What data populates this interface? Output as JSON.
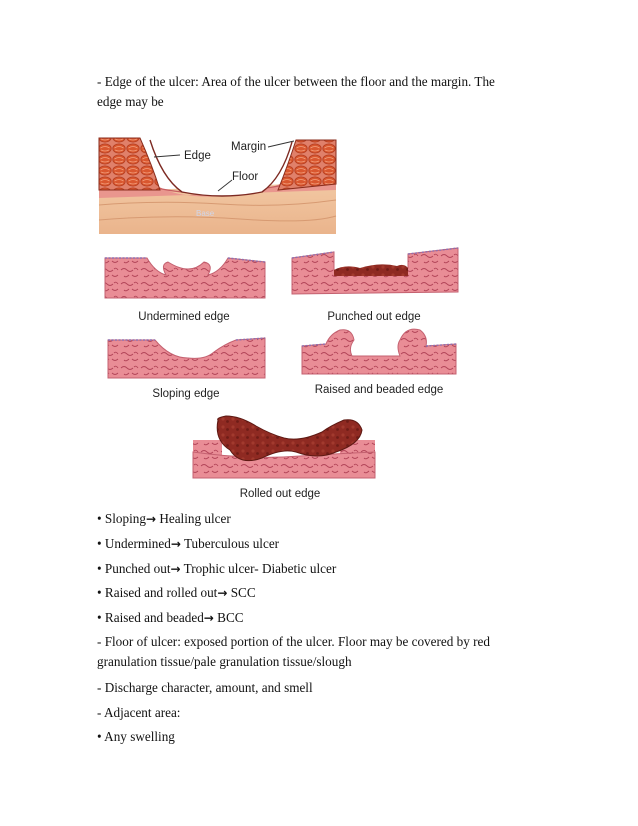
{
  "intro": {
    "line1": "- Edge of the ulcer: Area of the ulcer between the floor and the margin. The",
    "line2": "edge may be"
  },
  "figure_top": {
    "labels": {
      "edge": "Edge",
      "margin": "Margin",
      "floor": "Floor",
      "base": "Base"
    }
  },
  "figure_edges": {
    "undermined": "Undermined edge",
    "punched": "Punched out edge",
    "sloping": "Sloping edge",
    "raised": "Raised and beaded edge",
    "rolled": "Rolled out edge"
  },
  "arrow_glyph": "→",
  "bullets": [
    {
      "left": "• Sloping",
      "right": " Healing ulcer"
    },
    {
      "left": "• Undermined",
      "right": " Tuberculous ulcer"
    },
    {
      "left": "• Punched out",
      "right": " Trophic ulcer- Diabetic ulcer"
    },
    {
      "left": "• Raised and rolled out",
      "right": " SCC"
    },
    {
      "left": "• Raised and beaded",
      "right": " BCC"
    }
  ],
  "floor_para": {
    "line1": "- Floor of ulcer: exposed portion of the ulcer. Floor may be covered by red",
    "line2": "granulation tissue/pale granulation tissue/slough"
  },
  "discharge": "- Discharge character, amount, and smell",
  "adjacent": "- Adjacent area:",
  "swelling": "• Any swelling"
}
